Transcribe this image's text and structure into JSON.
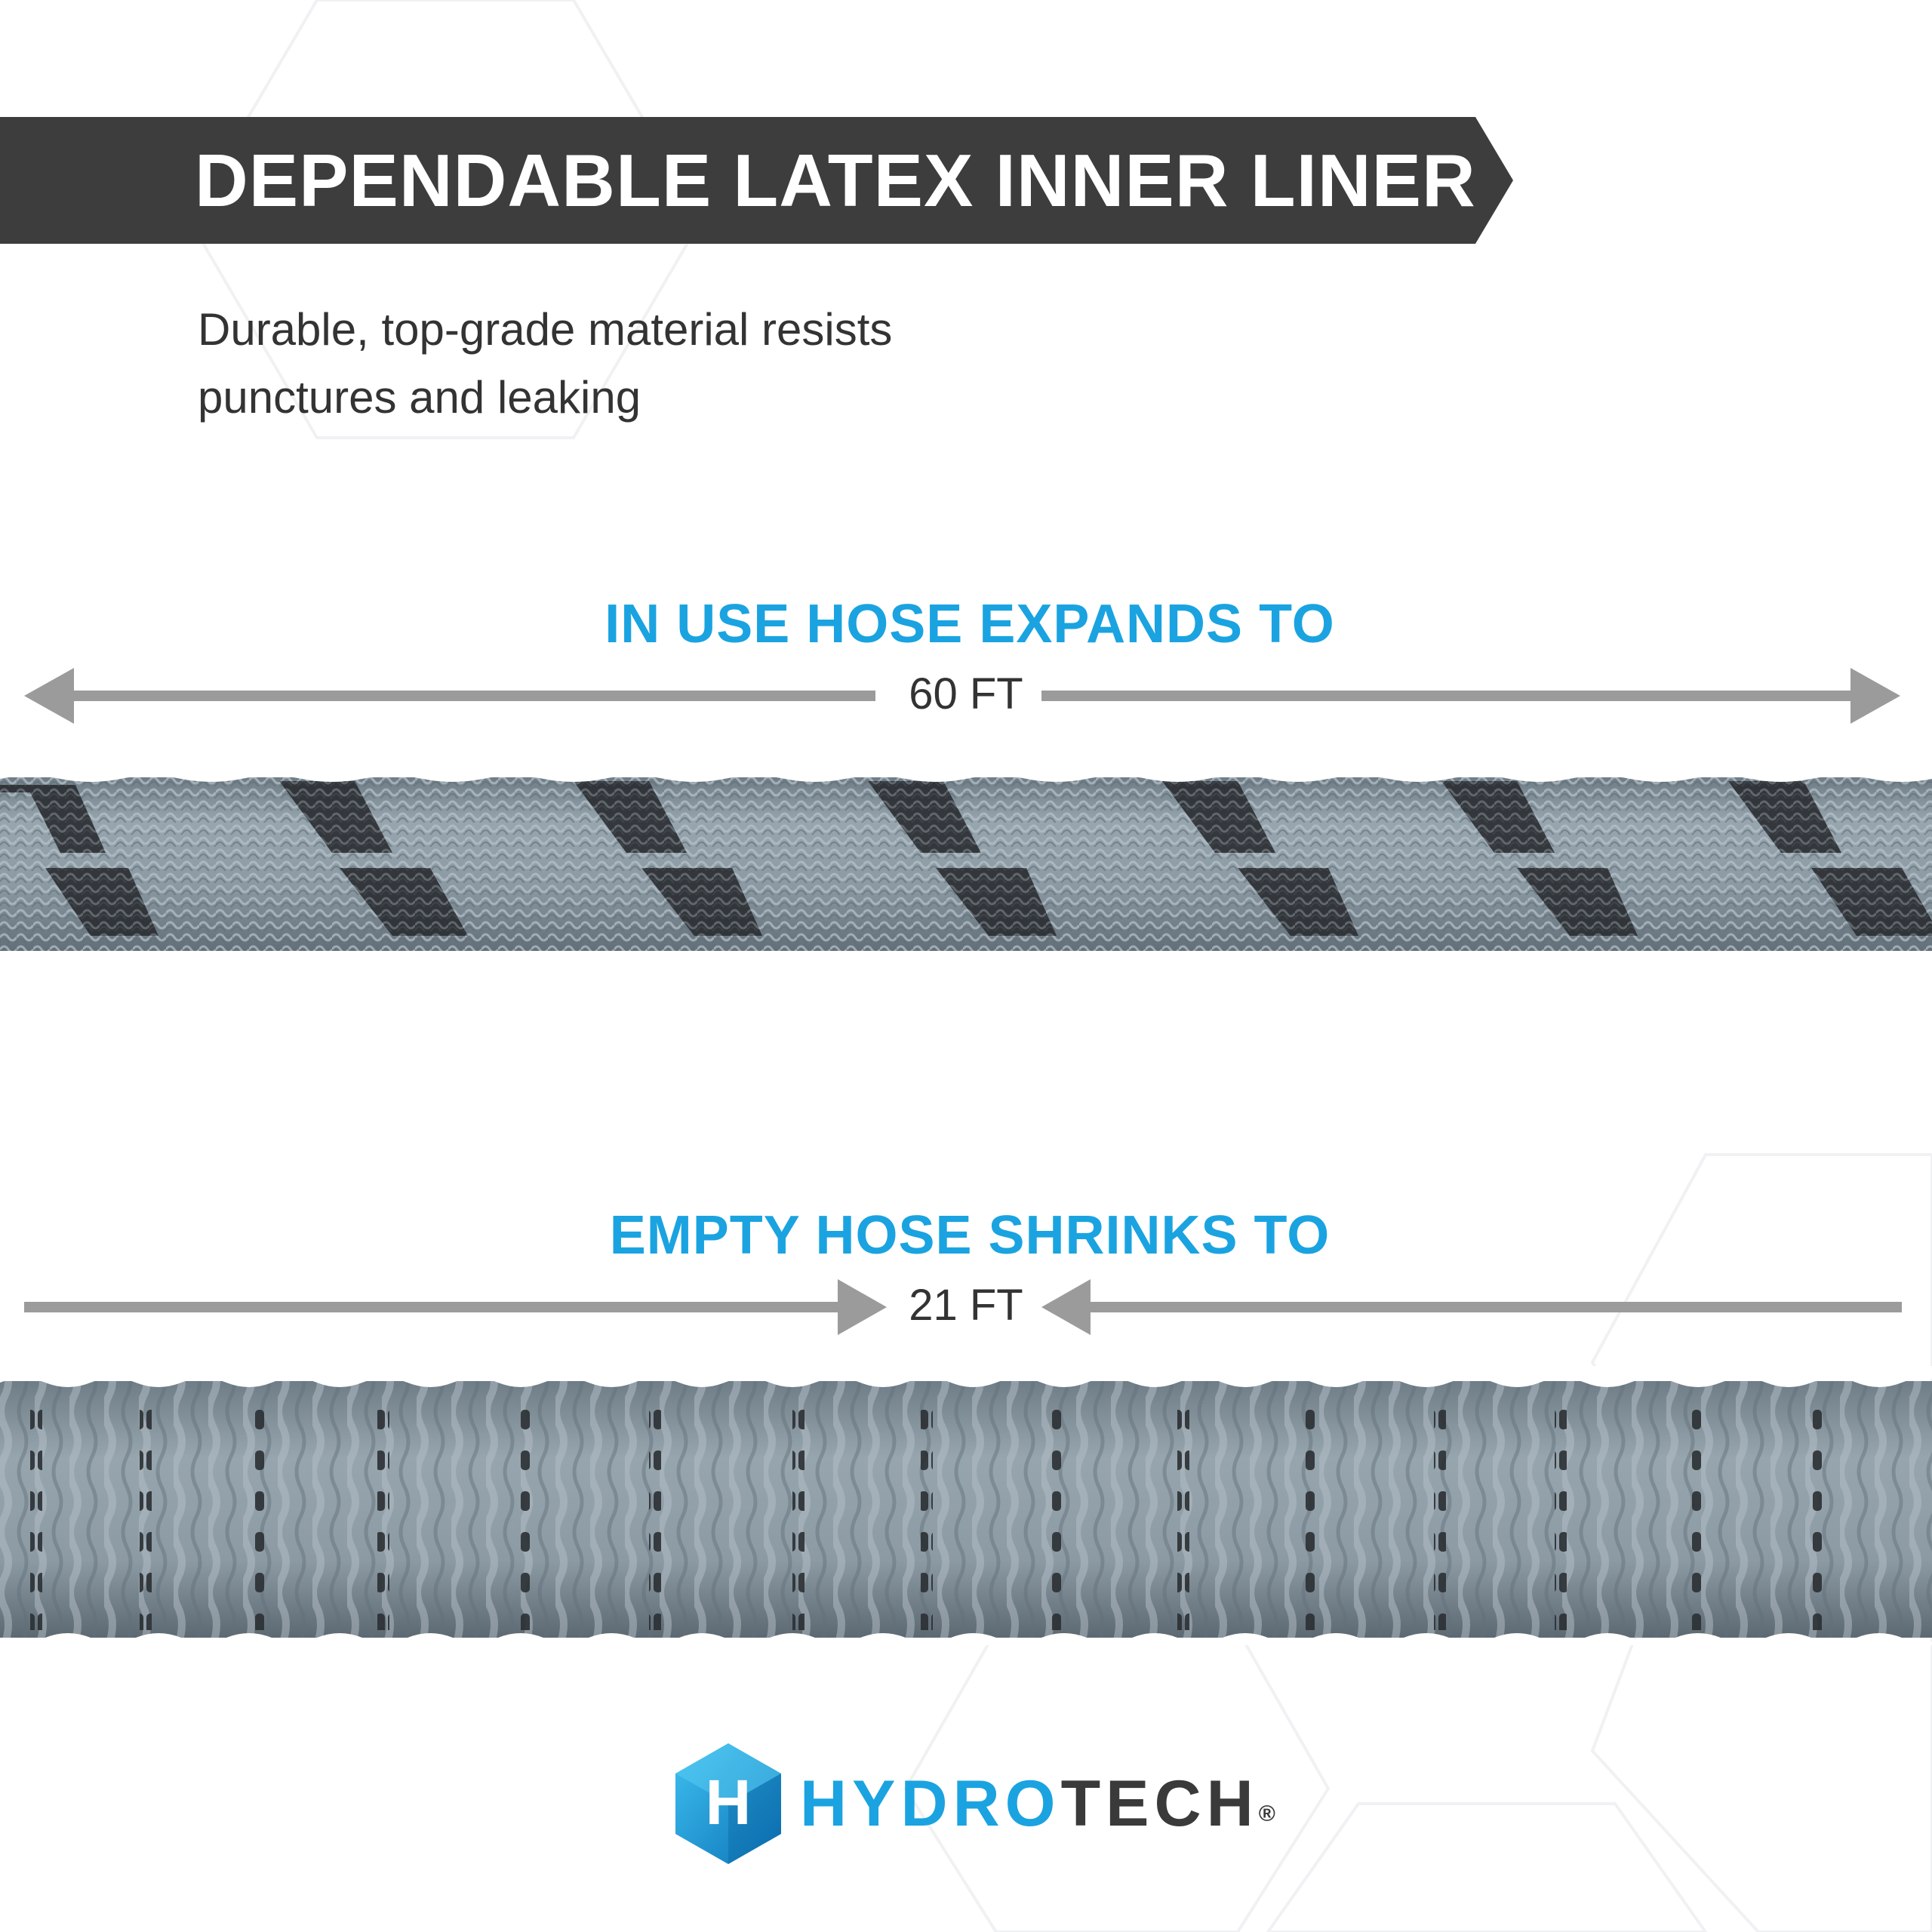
{
  "banner": {
    "title": "DEPENDABLE LATEX INNER LINER",
    "color": "#3d3d3d"
  },
  "subtitle": {
    "line1": "Durable, top-grade material resists",
    "line2": "punctures and leaking"
  },
  "expanded": {
    "heading": "IN USE HOSE EXPANDS TO",
    "length_label": "60 FT",
    "arrows": "outward"
  },
  "compressed": {
    "heading": "EMPTY HOSE SHRINKS TO",
    "length_label": "21 FT",
    "arrows": "inward"
  },
  "logo": {
    "brand_part1": "HYDRO",
    "brand_part2": "TECH",
    "registered": "®",
    "mark_letter": "H"
  },
  "colors": {
    "accent": "#1aa3e0",
    "dark": "#3d3d3d",
    "arrow": "#9b9b9b",
    "hose_light": "#8c9aa4",
    "hose_dark": "#2b2f33"
  }
}
